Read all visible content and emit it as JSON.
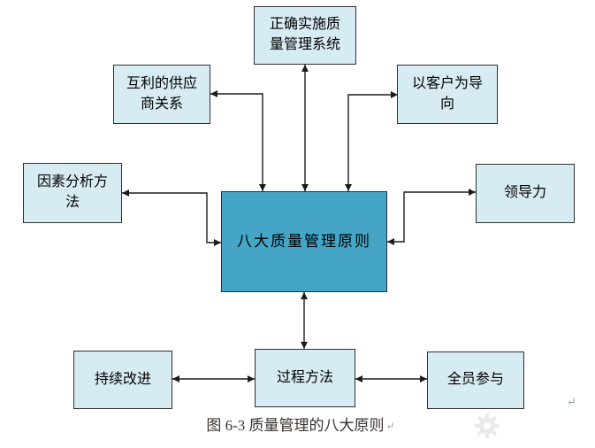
{
  "diagram": {
    "center": {
      "label": "八大质量管理原则"
    },
    "nodes": {
      "implement_qms": {
        "label": "正确实施质\n量管理系统"
      },
      "supplier_relations": {
        "label": "互利的供应\n商关系"
      },
      "customer_focus": {
        "label": "以客户为导\n向"
      },
      "factor_analysis": {
        "label": "因素分析方\n法"
      },
      "leadership": {
        "label": "领导力"
      },
      "continual_improvement": {
        "label": "持续改进"
      },
      "process_approach": {
        "label": "过程方法"
      },
      "full_participation": {
        "label": "全员参与"
      }
    },
    "caption": "图 6-3  质量管理的八大原则",
    "marks": {
      "return_after_caption": "↵",
      "return_right": "↵"
    },
    "colors": {
      "node_fill": "#d7ebf2",
      "center_fill": "#45a5c6",
      "border": "#2f2f2f",
      "line": "#1c1c1c",
      "text": "#000000",
      "caption_text": "#3a322d",
      "mark": "#8e9aa6",
      "watermark": "#e7e7e7"
    }
  }
}
